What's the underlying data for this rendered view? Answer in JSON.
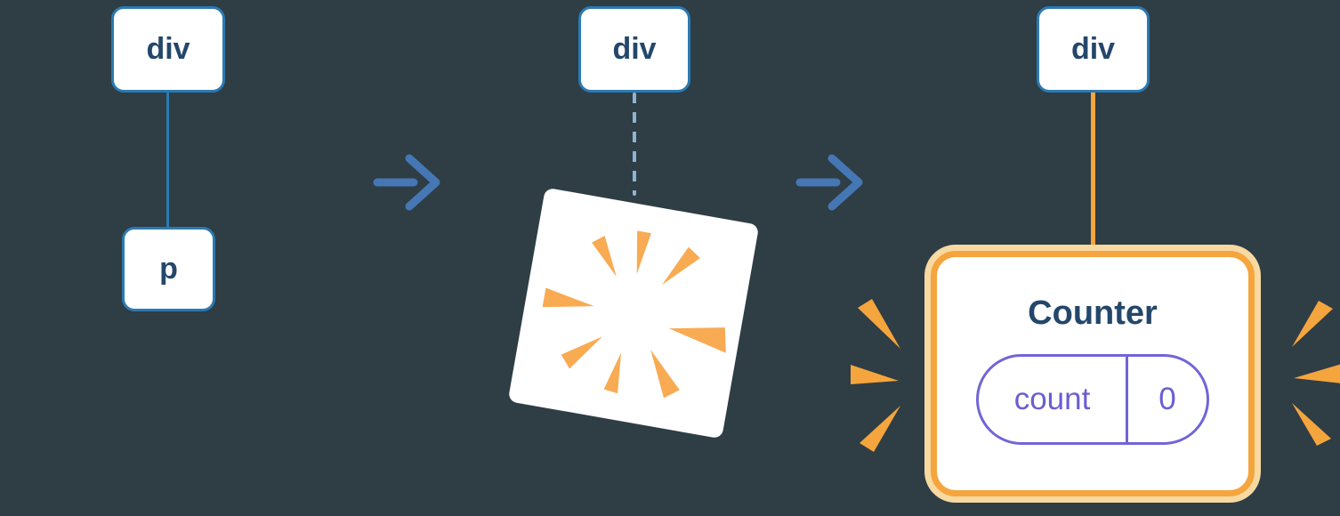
{
  "stage1": {
    "parent_label": "div",
    "child_label": "p"
  },
  "stage2": {
    "parent_label": "div"
  },
  "stage3": {
    "parent_label": "div",
    "component": {
      "title": "Counter",
      "state_key": "count",
      "state_value": "0"
    }
  },
  "icons": {
    "arrow": "arrow-right-icon",
    "burst": "destruction-burst-icon",
    "sparkles": "sparkle-rays-icon"
  },
  "colors": {
    "background": "#2f3d45",
    "node_border_blue": "#2b7ab2",
    "node_text_navy": "#24476b",
    "dashed_edge_blue": "#8fb3d4",
    "arrow_blue": "#4577b4",
    "orange": "#f5a53d",
    "orange_burst": "#f8ab52",
    "orange_halo": "#f7d9a1",
    "purple": "#7165d8",
    "white": "#ffffff"
  }
}
